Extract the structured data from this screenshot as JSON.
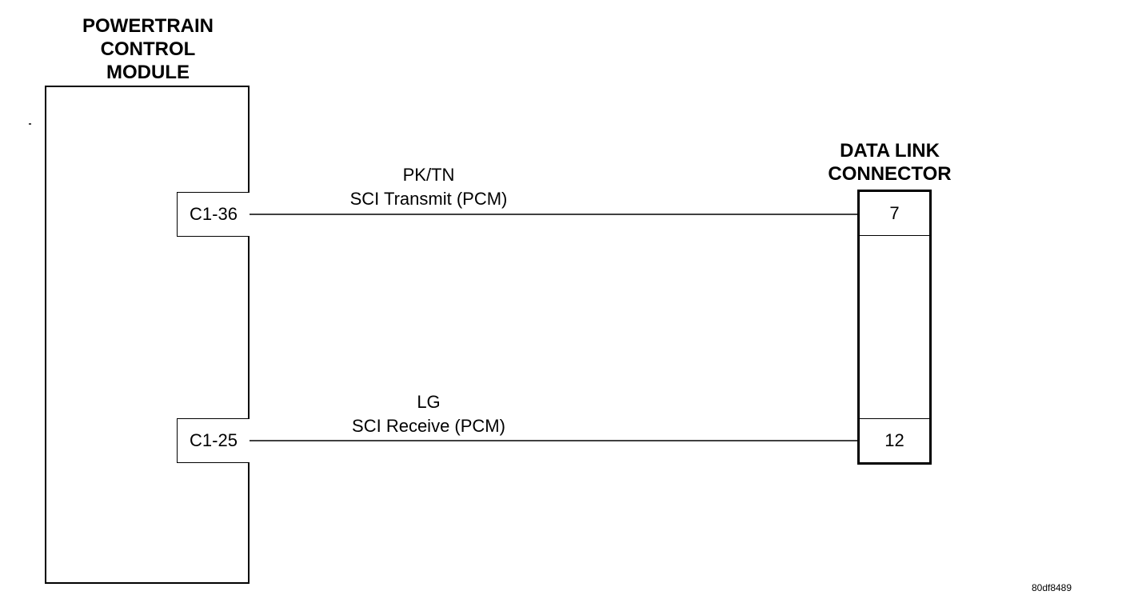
{
  "pcm": {
    "title_lines": [
      "POWERTRAIN",
      "CONTROL",
      "MODULE"
    ],
    "pins": [
      "C1-36",
      "C1-25"
    ]
  },
  "dlc": {
    "title_lines": [
      "DATA LINK",
      "CONNECTOR"
    ],
    "pins": [
      "7",
      "12"
    ]
  },
  "wires": [
    {
      "color_code": "PK/TN",
      "signal": "SCI Transmit (PCM)"
    },
    {
      "color_code": "LG",
      "signal": "SCI Receive (PCM)"
    }
  ],
  "figure_id": "80df8489"
}
